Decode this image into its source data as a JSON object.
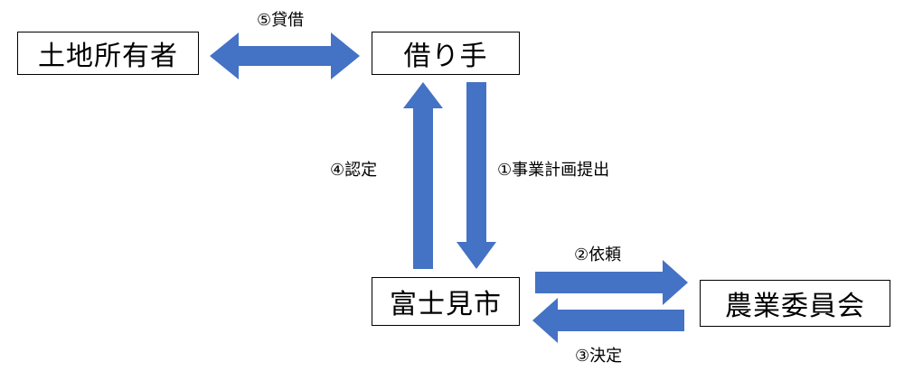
{
  "nodes": {
    "landowner": "土地所有者",
    "borrower": "借り手",
    "city": "富士見市",
    "committee": "農業委員会"
  },
  "edges": {
    "lending": "⑤貸借",
    "plan_submission": "①事業計画提出",
    "certification": "④認定",
    "request": "②依頼",
    "decision": "③決定"
  },
  "colors": {
    "arrow": "#4472C4",
    "border": "#000000"
  }
}
